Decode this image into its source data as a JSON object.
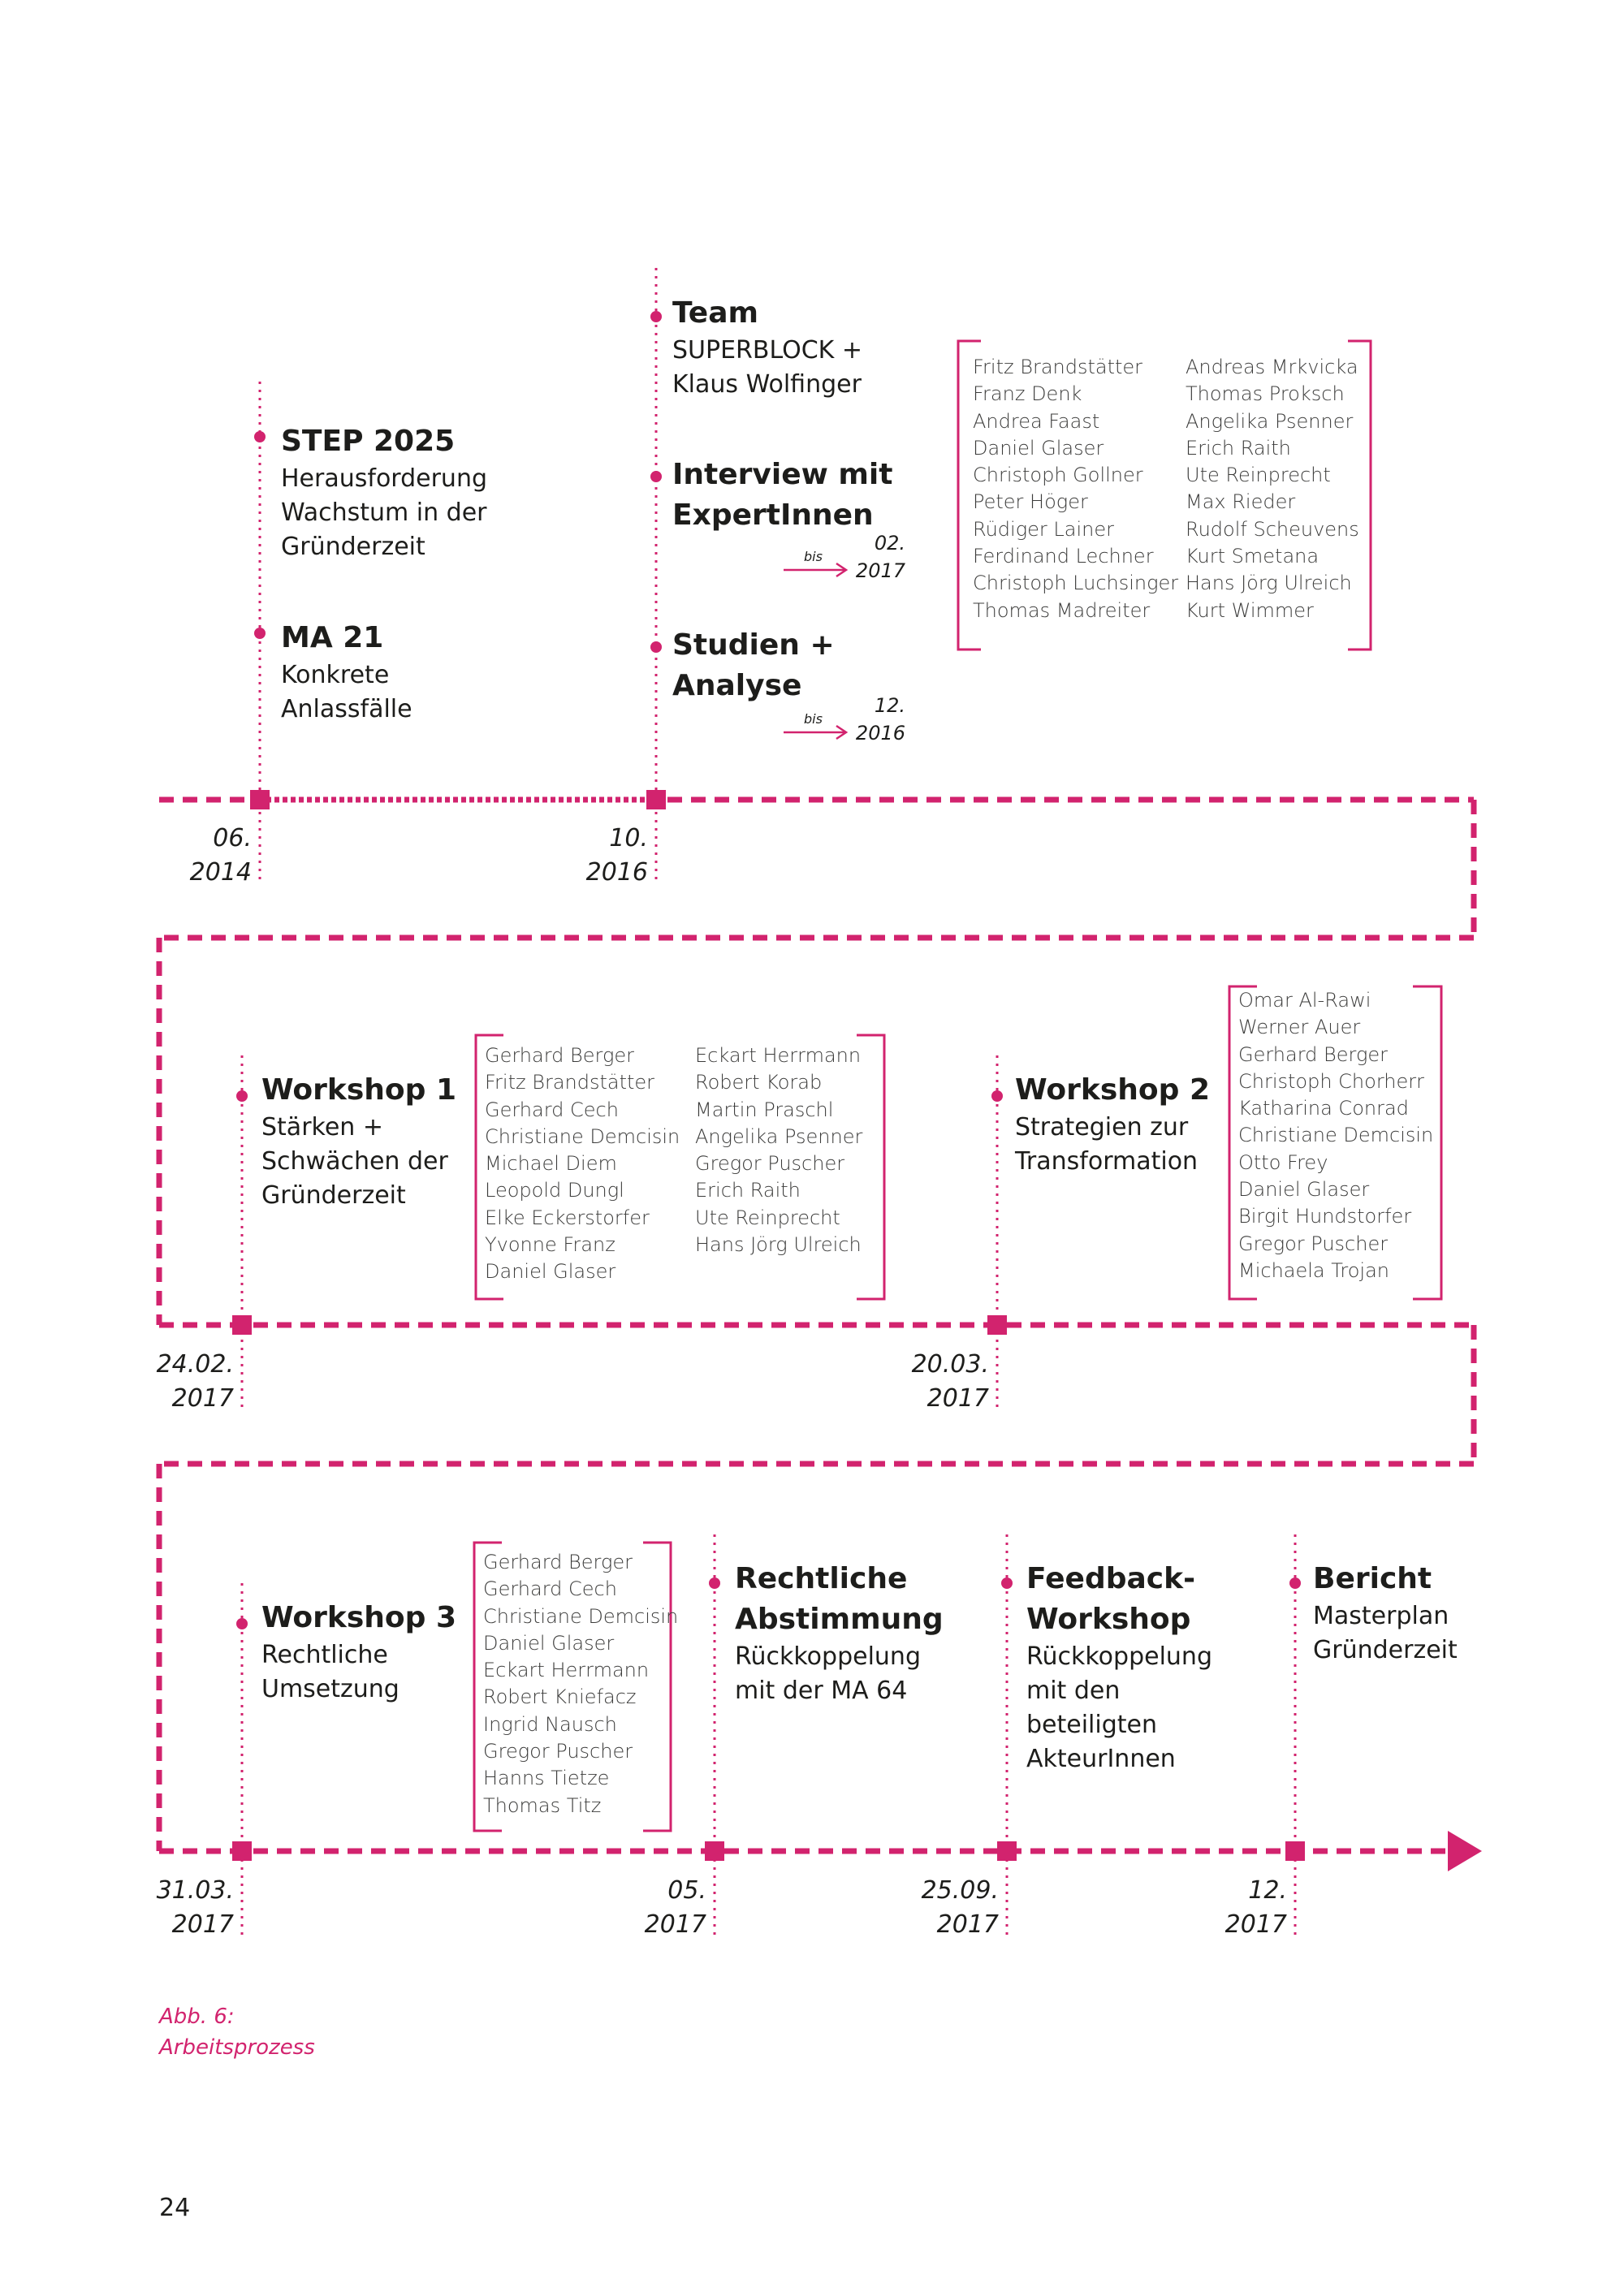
{
  "accent_color": "#d2236e",
  "milestones": [
    {
      "title": "STEP 2025",
      "body": [
        "Herausforderung",
        "Wachstum in der",
        "Gründerzeit"
      ]
    },
    {
      "title": "MA 21",
      "body": [
        "Konkrete",
        "Anlassfälle"
      ]
    },
    {
      "title": "Team",
      "body": [
        "SUPERBLOCK +",
        "Klaus Wolfinger"
      ]
    },
    {
      "title": [
        "Interview mit",
        "ExpertInnen"
      ],
      "bis": "bis",
      "bis_date": [
        "02.",
        "2017"
      ]
    },
    {
      "title": [
        "Studien +",
        "Analyse"
      ],
      "bis": "bis",
      "bis_date": [
        "12.",
        "2016"
      ]
    },
    {
      "title": "Workshop 1",
      "body": [
        "Stärken +",
        "Schwächen der",
        "Gründerzeit"
      ]
    },
    {
      "title": "Workshop 2",
      "body": [
        "Strategien zur",
        "Transformation"
      ]
    },
    {
      "title": "Workshop 3",
      "body": [
        "Rechtliche",
        "Umsetzung"
      ]
    },
    {
      "title": [
        "Rechtliche",
        "Abstimmung"
      ],
      "body": [
        "Rückkoppelung",
        "mit der MA 64"
      ]
    },
    {
      "title": [
        "Feedback-",
        "Workshop"
      ],
      "body": [
        "Rückkoppelung",
        "mit den",
        "beteiligten",
        "AkteurInnen"
      ]
    },
    {
      "title": "Bericht",
      "body": [
        "Masterplan",
        "Gründerzeit"
      ]
    }
  ],
  "dates": [
    [
      "06.",
      "2014"
    ],
    [
      "10.",
      "2016"
    ],
    [
      "24.02.",
      "2017"
    ],
    [
      "20.03.",
      "2017"
    ],
    [
      "31.03.",
      "2017"
    ],
    [
      "05.",
      "2017"
    ],
    [
      "25.09.",
      "2017"
    ],
    [
      "12.",
      "2017"
    ]
  ],
  "participants": {
    "team_col1": [
      "Fritz Brandstätter",
      "Franz Denk",
      "Andrea Faast",
      "Daniel Glaser",
      "Christoph Gollner",
      "Peter Höger",
      "Rüdiger Lainer",
      "Ferdinand Lechner",
      "Christoph Luchsinger",
      "Thomas Madreiter"
    ],
    "team_col2": [
      "Andreas Mrkvicka",
      "Thomas Proksch",
      "Angelika Psenner",
      "Erich Raith",
      "Ute Reinprecht",
      "Max Rieder",
      "Rudolf Scheuvens",
      "Kurt Smetana",
      "Hans Jörg Ulreich",
      "Kurt Wimmer"
    ],
    "workshop1_col1": [
      "Gerhard Berger",
      "Fritz Brandstätter",
      "Gerhard Cech",
      "Christiane Demcisin",
      "Michael Diem",
      "Leopold Dungl",
      "Elke Eckerstorfer",
      "Yvonne Franz",
      "Daniel Glaser"
    ],
    "workshop1_col2": [
      "Eckart Herrmann",
      "Robert Korab",
      "Martin Praschl",
      "Angelika Psenner",
      "Gregor Puscher",
      "Erich Raith",
      "Ute Reinprecht",
      "Hans Jörg Ulreich"
    ],
    "workshop2": [
      "Omar Al-Rawi",
      "Werner Auer",
      "Gerhard Berger",
      "Christoph Chorherr",
      "Katharina Conrad",
      "Christiane Demcisin",
      "Otto Frey",
      "Daniel Glaser",
      "Birgit Hundstorfer",
      "Gregor Puscher",
      "Michaela Trojan"
    ],
    "workshop3": [
      "Gerhard Berger",
      "Gerhard Cech",
      "Christiane Demcisin",
      "Daniel Glaser",
      "Eckart Herrmann",
      "Robert Kniefacz",
      "Ingrid Nausch",
      "Gregor Puscher",
      "Hanns Tietze",
      "Thomas Titz"
    ]
  },
  "caption": [
    "Abb. 6:",
    "Arbeitsprozess"
  ],
  "page_number": "24"
}
